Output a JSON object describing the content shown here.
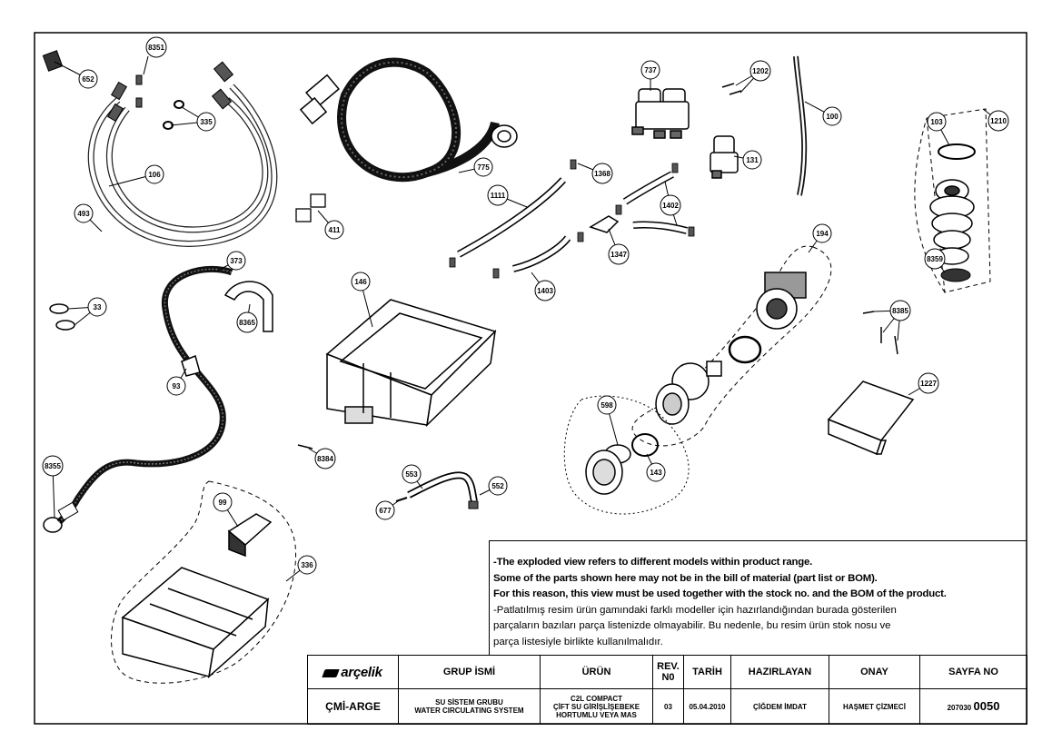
{
  "callouts": [
    "652",
    "8351",
    "335",
    "106",
    "493",
    "737",
    "1202",
    "100",
    "1210",
    "103",
    "775",
    "1368",
    "131",
    "1111",
    "411",
    "1402",
    "1347",
    "1403",
    "194",
    "373",
    "8365",
    "146",
    "33",
    "93",
    "8385",
    "8359",
    "1227",
    "598",
    "143",
    "8384",
    "553",
    "552",
    "677",
    "8355",
    "99",
    "336"
  ],
  "notes": {
    "line1": "-The exploded view refers to different models within product range.",
    "line2": " Some of the parts shown here may not be in the bill of material (part list or BOM).",
    "line3": " For this reason, this view must be used together with the stock no. and the BOM of the product.",
    "line4": "-Patlatılmış resim ürün gamındaki farklı modeller için hazırlandığından burada gösterilen",
    "line5": " parçaların bazıları parça listenizde olmayabilir. Bu nedenle, bu resim ürün stok nosu ve",
    "line6": " parça listesiyle birlikte kullanılmalıdır."
  },
  "title_block": {
    "brand": "arçelik",
    "headers": {
      "group": "GRUP İSMİ",
      "product": "ÜRÜN",
      "rev_1": "REV.",
      "rev_2": "N0",
      "date": "TARİH",
      "prepared": "HAZIRLAYAN",
      "approval": "ONAY",
      "page": "SAYFA NO"
    },
    "values": {
      "code": "ÇMİ-ARGE",
      "group_1": "SU SİSTEM GRUBU",
      "group_2": "WATER CIRCULATING SYSTEM",
      "product_1": "C2L COMPACT",
      "product_2": "ÇİFT SU GİRİŞLİŞEBEKE",
      "product_3": "HORTUMLU VEYA MAS",
      "rev": "03",
      "date": "05.04.2010",
      "prepared": "ÇİĞDEM İMDAT",
      "approval": "HAŞMET ÇİZMECİ",
      "page_prefix": "207030",
      "page_number": "0050"
    }
  }
}
